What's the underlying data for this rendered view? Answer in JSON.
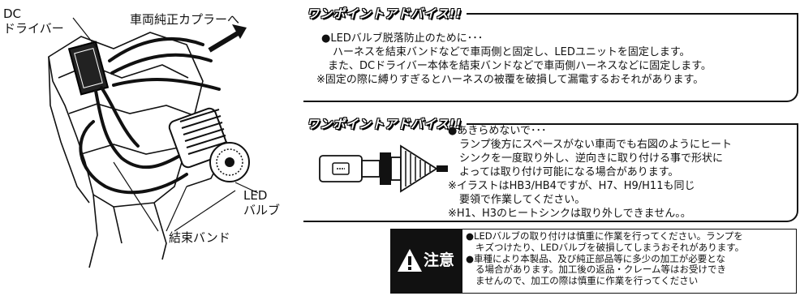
{
  "illustration": {
    "dc_driver_label": [
      "DC",
      "ドライバー"
    ],
    "coupler_label": "車両純正カプラーへ",
    "led_bulb_label": [
      "LED",
      "バルブ"
    ],
    "band_label": "結束バンド"
  },
  "tip1": {
    "title": "ワンポイントアドバイス!!",
    "lines": [
      "●LEDバルブ脱落防止のために･･･",
      "ハーネスを結束バンドなどで車両側と固定し、LEDユニットを固定します。",
      "また、DCドライバー本体を結束バンドなどで車両側ハーネスなどに固定します。",
      "※固定の際に縛りすぎるとハーネスの被覆を破損して漏電するおそれがあります。"
    ]
  },
  "tip2": {
    "title": "ワンポイントアドバイス!!",
    "lines": [
      "●あきらめないで･･･",
      "ランプ後方にスペースがない車両でも右図のようにヒート",
      "シンクを一度取り外し、逆向きに取り付ける事で形状に",
      "よっては取り付け可能になる場合があります。",
      "※イラストはHB3/HB4ですが、H7、H9/H11も同じ",
      "要領で作業してください。",
      "※H1、H3のヒートシンクは取り外しできません。。"
    ]
  },
  "caution": {
    "heading": "注意",
    "lines": [
      "●LEDバルブの取り付けは慎重に作業を行ってください。ランプを",
      "キズつけたり、LEDバルブを破損してしまうおそれがあります。",
      "●車種により本製品、及び純正部品等に多少の加工が必要とな",
      "る場合があります。加工後の返品・クレーム等はお受けでき",
      "ませんので、加工の際は慎重に作業を行ってください"
    ]
  }
}
